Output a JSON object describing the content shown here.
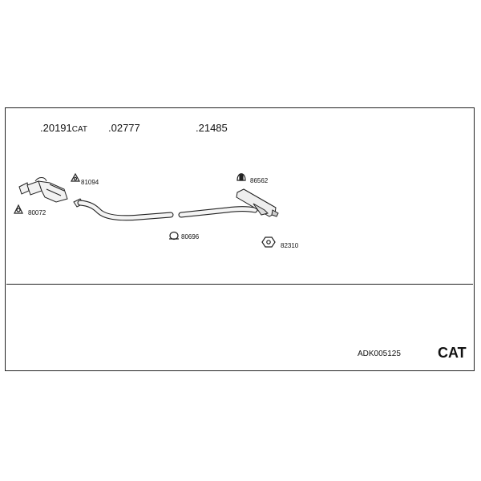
{
  "part_numbers": [
    {
      "main": ".20191",
      "suffix": "CAT"
    },
    {
      "main": ".02777",
      "suffix": ""
    },
    {
      "main": ".21485",
      "suffix": ""
    }
  ],
  "hardware_labels": {
    "clamp_80072": "80072",
    "gasket_81094": "81094",
    "clamp_80696": "80696",
    "hanger_86562": "86562",
    "clamp_82310": "82310"
  },
  "footer": {
    "kit_code": "ADK005125",
    "badge": "CAT"
  }
}
